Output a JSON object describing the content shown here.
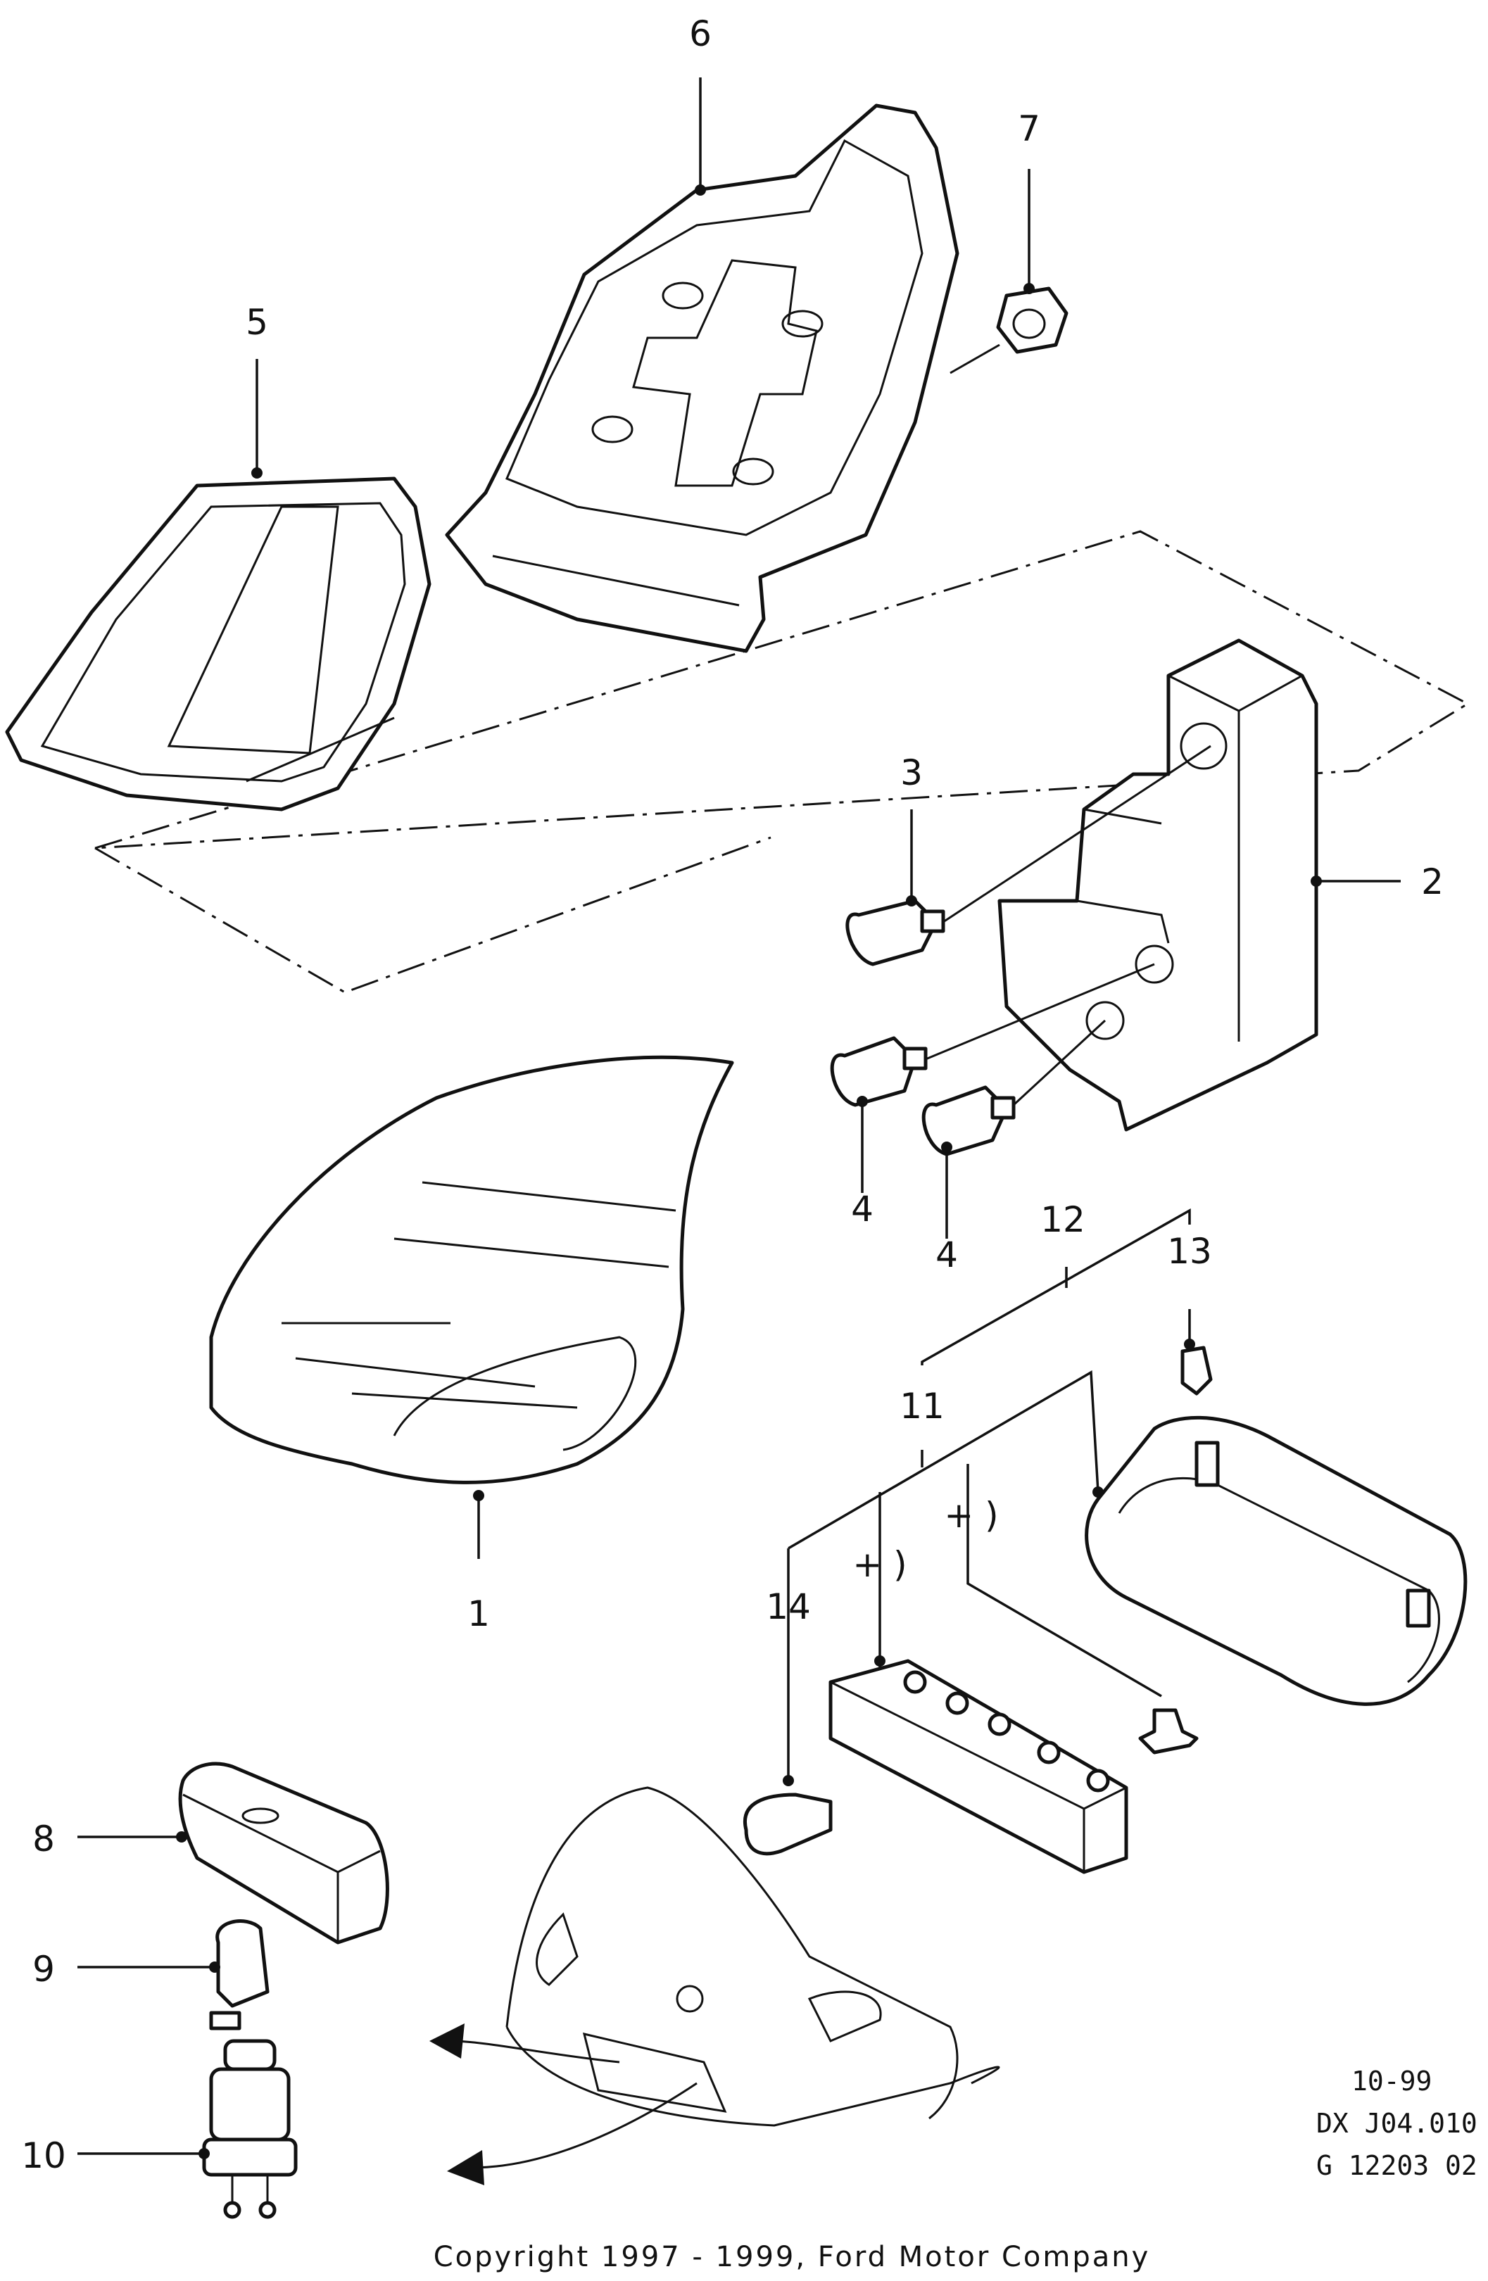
{
  "callouts": {
    "c1": "1",
    "c2": "2",
    "c3": "3",
    "c4a": "4",
    "c4b": "4",
    "c5": "5",
    "c6": "6",
    "c7": "7",
    "c8": "8",
    "c9": "9",
    "c10": "10",
    "c11": "11",
    "c12": "12",
    "c13": "13",
    "c14": "14",
    "plus1": "+ )",
    "plus2": "+ )"
  },
  "meta": {
    "date": "10-99",
    "ref1": "DX J04.010",
    "ref2": "G 12203 02"
  },
  "copyright": "Copyright 1997 - 1999, Ford Motor Company"
}
